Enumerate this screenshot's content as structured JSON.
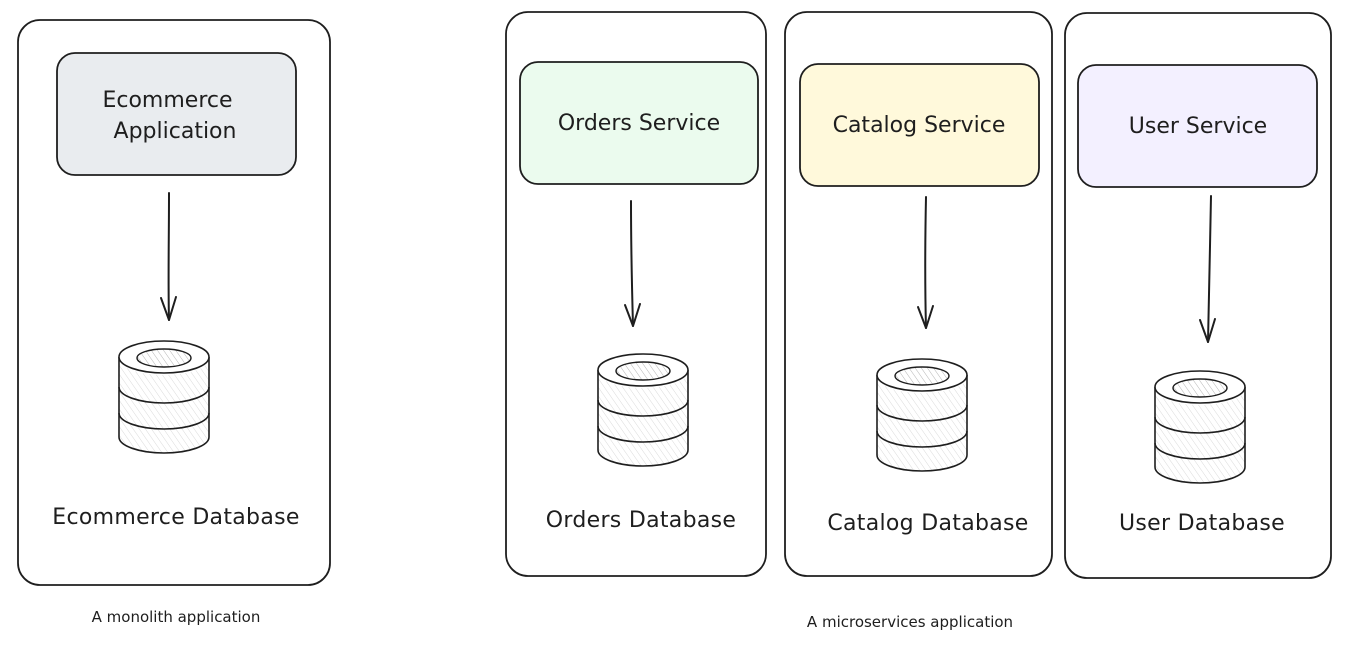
{
  "colors": {
    "stroke": "#1e1e1e",
    "monolith_app_fill": "#e9ecef",
    "orders_fill": "#ebfbee",
    "catalog_fill": "#fff9db",
    "user_fill": "#f3f0ff"
  },
  "monolith": {
    "app_label_line1": "Ecommerce",
    "app_label_line2": "Application",
    "db_label": "Ecommerce Database",
    "caption": "A monolith application"
  },
  "microservices": {
    "caption": "A microservices application",
    "services": [
      {
        "service_label": "Orders Service",
        "db_label": "Orders Database"
      },
      {
        "service_label": "Catalog Service",
        "db_label": "Catalog Database"
      },
      {
        "service_label": "User Service",
        "db_label": "User Database"
      }
    ]
  },
  "icons": [
    "database-icon",
    "arrow-down-icon"
  ]
}
